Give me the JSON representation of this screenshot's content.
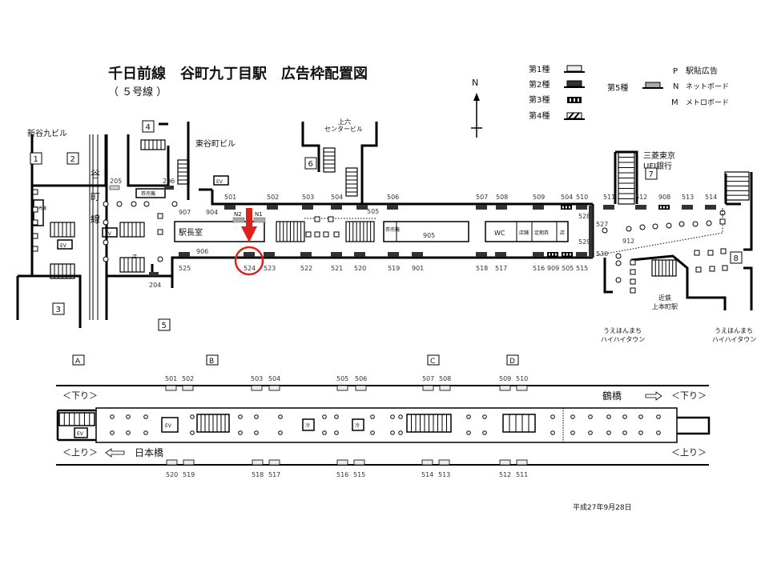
{
  "title": "千日前線　谷町九丁目駅　広告枠配置図",
  "subtitle": "（ ５号線 ）",
  "compass": "N",
  "legend": {
    "types": [
      {
        "label": "第1種",
        "color": "#eeeeee"
      },
      {
        "label": "第2種",
        "color": "#333333"
      },
      {
        "label": "第3種",
        "color": "striped"
      },
      {
        "label": "第4種",
        "color": "hatched"
      }
    ],
    "type5": {
      "label": "第5種",
      "color": "#aaaaaa"
    },
    "codes": [
      {
        "code": "P",
        "label": "駅貼広告"
      },
      {
        "code": "N",
        "label": "ネットボード"
      },
      {
        "code": "M",
        "label": "メトロボード"
      }
    ]
  },
  "concourse": {
    "places": {
      "shintani": "新谷九ビル",
      "higashitani": "東谷町ビル",
      "uroku1": "上六",
      "uroku2": "センタービル",
      "bank1": "三菱東京",
      "bank2": "UFJ銀行",
      "kintetsu1": "近鉄",
      "kintetsu2": "上本町駅",
      "hihi1a": "うえほんまち",
      "hihi1b": "ハイハイタウン",
      "hihi2a": "うえほんまち",
      "hihi2b": "ハイハイタウン",
      "line1": "谷",
      "line2": "町",
      "line3": "線"
    },
    "rooms": {
      "stationmaster": "駅長室",
      "wc": "WC",
      "shop1": "店舗",
      "pass": "定期券",
      "shop2": "店",
      "ticket": "券売機",
      "ticket2": "券売機",
      "ticket3": "券売機",
      "ev1": "EV",
      "ev2": "EV",
      "ev3": "EV",
      "shop3": "店"
    },
    "exits": [
      "1",
      "2",
      "3",
      "4",
      "5",
      "6",
      "7",
      "8"
    ],
    "top_ads": [
      "501",
      "502",
      "503",
      "504",
      "505",
      "506",
      "507",
      "508",
      "509",
      "504",
      "510",
      "511",
      "512",
      "908",
      "513",
      "514"
    ],
    "bottom_ads": [
      "525",
      "524",
      "523",
      "522",
      "521",
      "520",
      "519",
      "901",
      "518",
      "517",
      "516",
      "909",
      "505",
      "515"
    ],
    "other_ads": {
      "a205": "205",
      "a206": "206",
      "a204": "204",
      "a907": "907",
      "a904": "904",
      "a906": "906",
      "a905": "905",
      "n2": "N2",
      "n1": "N1",
      "a528": "528",
      "a527": "527",
      "a529": "529",
      "a530": "530",
      "a912": "912"
    },
    "highlighted_ad": "524"
  },
  "platform": {
    "sections": [
      "A",
      "B",
      "C",
      "D"
    ],
    "top_ads": [
      "501",
      "502",
      "503",
      "504",
      "505",
      "506",
      "507",
      "508",
      "509",
      "510"
    ],
    "bottom_ads": [
      "520",
      "519",
      "518",
      "517",
      "516",
      "515",
      "514",
      "513",
      "512",
      "511"
    ],
    "down_left": "＜下り＞",
    "up_left": "＜上り＞",
    "down_right": "＜下り＞",
    "up_right": "＜上り＞",
    "west_dest": "日本橋",
    "east_dest": "鶴橋",
    "ev": "EV",
    "ev2": "EV",
    "cool1": "冷",
    "cool2": "冷"
  },
  "date": "平成27年9月28日",
  "highlight_color": "#e0201a"
}
